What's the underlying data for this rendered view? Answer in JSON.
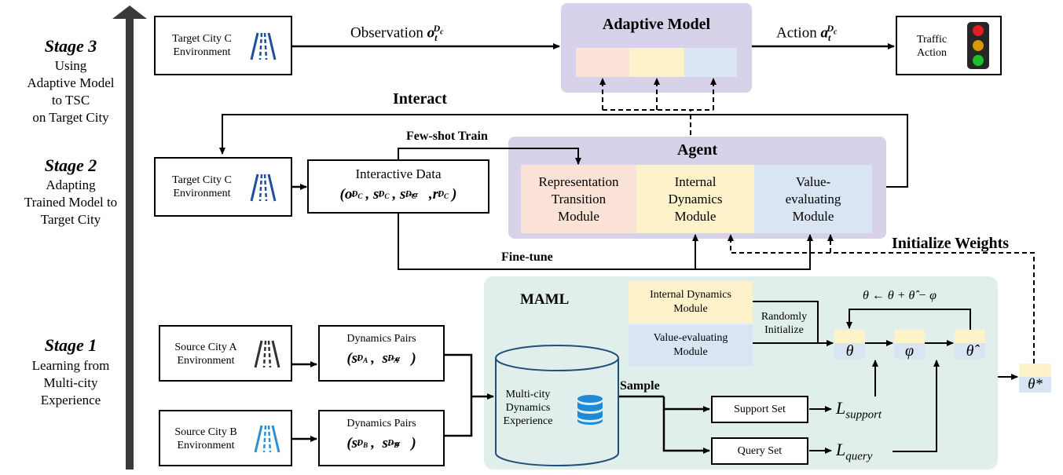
{
  "stages": [
    {
      "title": "Stage 3",
      "desc_lines": [
        "Using",
        "Adaptive Model",
        "to TSC",
        "on Target City"
      ]
    },
    {
      "title": "Stage 2",
      "desc_lines": [
        "Adapting",
        "Trained Model to",
        "Target City"
      ]
    },
    {
      "title": "Stage 1",
      "desc_lines": [
        "Learning from",
        "Multi-city",
        "Experience"
      ]
    }
  ],
  "stage3": {
    "env_lines": [
      "Target City C",
      "Environment"
    ],
    "observation": "Observation",
    "adaptive_model": "Adaptive Model",
    "action": "Action",
    "traffic_lines": [
      "Traffic",
      "Action"
    ]
  },
  "stage2": {
    "interact": "Interact",
    "few_shot": "Few-shot Train",
    "fine_tune": "Fine-tune",
    "initialize": "Initialize Weights",
    "env_lines": [
      "Target City C",
      "Environment"
    ],
    "interactive_data": "Interactive Data",
    "agent": "Agent",
    "modules": [
      {
        "lines": [
          "Representation",
          "Transition",
          "Module"
        ]
      },
      {
        "lines": [
          "Internal",
          "Dynamics",
          "Module"
        ]
      },
      {
        "lines": [
          "Value-",
          "evaluating",
          "Module"
        ]
      }
    ]
  },
  "stage1": {
    "maml": "MAML",
    "source_a_lines": [
      "Source City A",
      "Environment"
    ],
    "source_b_lines": [
      "Source City B",
      "Environment"
    ],
    "dyn_pairs_a": "Dynamics Pairs",
    "dyn_pairs_b": "Dynamics Pairs",
    "db_lines": [
      "Multi-city",
      "Dynamics",
      "Experience"
    ],
    "sample": "Sample",
    "support_set": "Support Set",
    "query_set": "Query Set",
    "internal_dyn_lines": [
      "Internal Dynamics",
      "Module"
    ],
    "value_eval_lines": [
      "Value-evaluating",
      "Module"
    ],
    "randomly_lines": [
      "Randomly",
      "Initialize"
    ],
    "update_rule": "θ ← θ + θ̂ − φ",
    "theta": "θ",
    "phi": "φ",
    "theta_hat": "θ̂",
    "theta_star": "θ*",
    "l_support": "L",
    "l_support_sub": "support",
    "l_query": "L",
    "l_query_sub": "query"
  },
  "colors": {
    "stage_arrow": "#3a3a3a",
    "adaptive_bg": "#d7d2ea",
    "maml_bg": "#e1efec",
    "rep_module": "#fbe2d6",
    "internal_module": "#fef2cb",
    "value_module": "#dae5f3",
    "blue_icon": "#1f4e9c",
    "light_blue_icon": "#2f8fd6",
    "db": "#1f8ad6"
  },
  "icons": [
    "road-icon",
    "traffic-light-icon",
    "database-icon"
  ]
}
